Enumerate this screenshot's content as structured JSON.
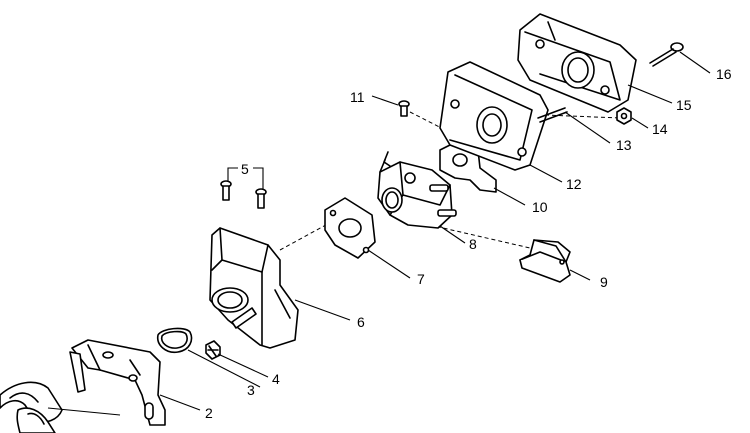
{
  "callouts": {
    "c2": "2",
    "c3": "3",
    "c4": "4",
    "c5": "5",
    "c6": "6",
    "c7": "7",
    "c8": "8",
    "c9": "9",
    "c10": "10",
    "c11": "11",
    "c12": "12",
    "c13": "13",
    "c14": "14",
    "c15": "15",
    "c16": "16"
  }
}
